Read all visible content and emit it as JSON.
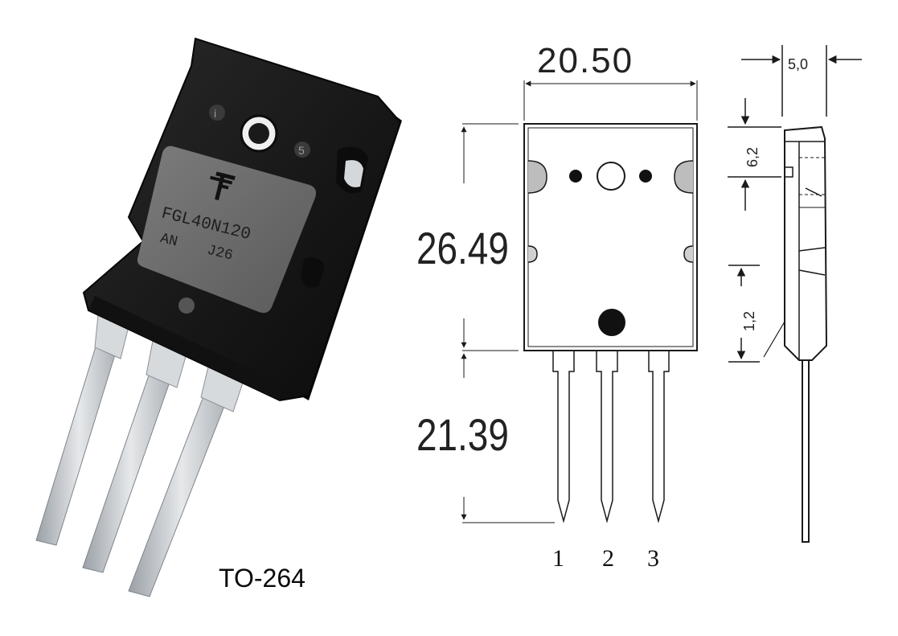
{
  "photo": {
    "package_label": "TO-264",
    "marking": {
      "logo": "fairchild-logo",
      "part_number": "FGL40N120",
      "line2_left": "AN",
      "line2_right": "J26",
      "mold_mark_1": "i",
      "mold_mark_2": "5"
    }
  },
  "front_view": {
    "width_dim": "20.50",
    "body_height_dim": "26.49",
    "lead_length_dim": "21.39",
    "pins": [
      "1",
      "2",
      "3"
    ]
  },
  "side_view": {
    "thickness_dim": "5,0",
    "tab_dim": "6,2",
    "lead_shoulder_dim": "1,2"
  },
  "colors": {
    "package_body": "#1c1c1c",
    "marking_area": "#6e6e6e",
    "lead_metal": "#c8ccd0",
    "drawing_line": "#1a1a1a"
  }
}
